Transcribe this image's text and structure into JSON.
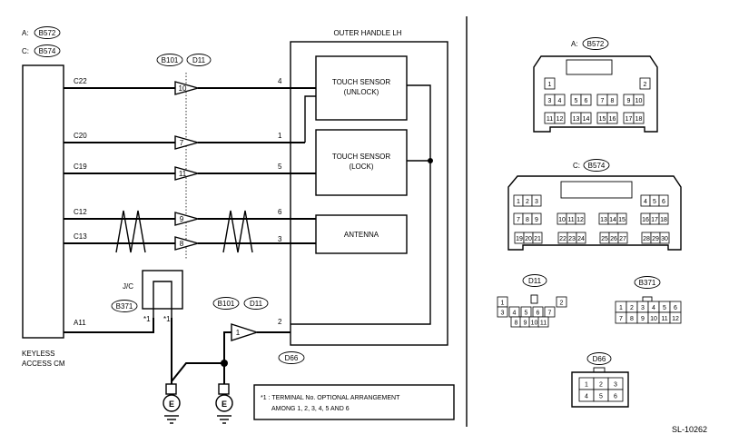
{
  "figure_id": "SL-10262",
  "module": {
    "lines": [
      "KEYLESS",
      "ACCESS CM"
    ]
  },
  "left_connectors": [
    {
      "letter": "A:",
      "code": "B572"
    },
    {
      "letter": "C:",
      "code": "B574"
    }
  ],
  "top_connector_bubbles": [
    "B101",
    "D11"
  ],
  "handle_title": "OUTER HANDLE LH",
  "wires": [
    {
      "module_pin": "C22",
      "junction_pin": "10",
      "handle_pin": "4"
    },
    {
      "module_pin": "C20",
      "junction_pin": "7",
      "handle_pin": "1"
    },
    {
      "module_pin": "C19",
      "junction_pin": "11",
      "handle_pin": "5"
    },
    {
      "module_pin": "C12",
      "junction_pin": "9",
      "handle_pin": "6"
    },
    {
      "module_pin": "C13",
      "junction_pin": "8",
      "handle_pin": "3"
    }
  ],
  "components": {
    "unlock": [
      "TOUCH SENSOR",
      "(UNLOCK)"
    ],
    "lock": [
      "TOUCH SENSOR",
      "(LOCK)"
    ],
    "antenna": "ANTENNA"
  },
  "jc": {
    "label": "J/C",
    "bubble": "B371",
    "star_left": "*1",
    "star_right": "*1"
  },
  "a11": {
    "module_pin": "A11"
  },
  "ground_path": {
    "bubbles": [
      "B101",
      "D11"
    ],
    "junction_pin": "1",
    "handle_pin": "2"
  },
  "handle_connector": "D66",
  "ground_symbol": "E",
  "note": {
    "lines": [
      "*1 : TERMINAL No. OPTIONAL ARRANGEMENT",
      "AMONG 1, 2, 3, 4, 5 AND 6"
    ]
  },
  "connector_views": {
    "b572": {
      "title": [
        "A:",
        "B572"
      ],
      "rows": [
        [
          "1",
          "2"
        ],
        [
          "3",
          "4",
          "5",
          "6",
          "7",
          "8",
          "9",
          "10"
        ],
        [
          "11",
          "12",
          "13",
          "14",
          "15",
          "16",
          "17",
          "18"
        ]
      ]
    },
    "b574": {
      "title": [
        "C:",
        "B574"
      ],
      "rows": [
        [
          "1",
          "2",
          "3",
          "4",
          "5",
          "6"
        ],
        [
          "7",
          "8",
          "9",
          "10",
          "11",
          "12",
          "13",
          "14",
          "15",
          "16",
          "17",
          "18"
        ],
        [
          "19",
          "20",
          "21",
          "22",
          "23",
          "24",
          "25",
          "26",
          "27",
          "28",
          "29",
          "30"
        ]
      ]
    },
    "d11": {
      "title": "D11",
      "rows": [
        [
          "1",
          "2"
        ],
        [
          "3",
          "4",
          "5",
          "6",
          "7"
        ],
        [
          "8",
          "9",
          "10",
          "11"
        ]
      ]
    },
    "b371": {
      "title": "B371",
      "rows": [
        [
          "1",
          "2",
          "3",
          "4",
          "5",
          "6"
        ],
        [
          "7",
          "8",
          "9",
          "10",
          "11",
          "12"
        ]
      ]
    },
    "d66": {
      "title": "D66",
      "rows": [
        [
          "1",
          "2",
          "3"
        ],
        [
          "4",
          "5",
          "6"
        ]
      ]
    }
  }
}
